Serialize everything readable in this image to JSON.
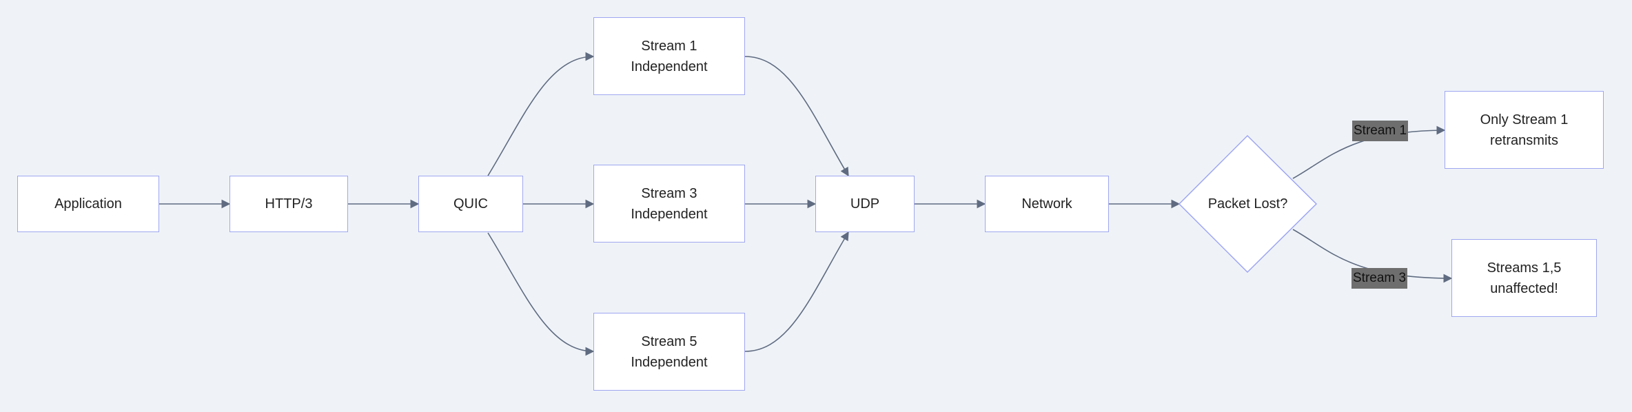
{
  "nodes": {
    "application": "Application",
    "http3": "HTTP/3",
    "quic": "QUIC",
    "stream1": "Stream 1\nIndependent",
    "stream3": "Stream 3\nIndependent",
    "stream5": "Stream 5\nIndependent",
    "udp": "UDP",
    "network": "Network",
    "decision": "Packet Lost?",
    "only_stream1": "Only Stream 1\nretransmits",
    "streams_unaffected": "Streams 1,5\nunaffected!"
  },
  "edge_labels": {
    "yes_path": "Stream 1",
    "no_path": "Stream 3"
  },
  "colors": {
    "background": "#eff3f8",
    "node_fill": "#ffffff",
    "node_border": "#9ea6f0",
    "edge": "#5f6b80",
    "edge_label_bg": "#6e6e6e"
  }
}
